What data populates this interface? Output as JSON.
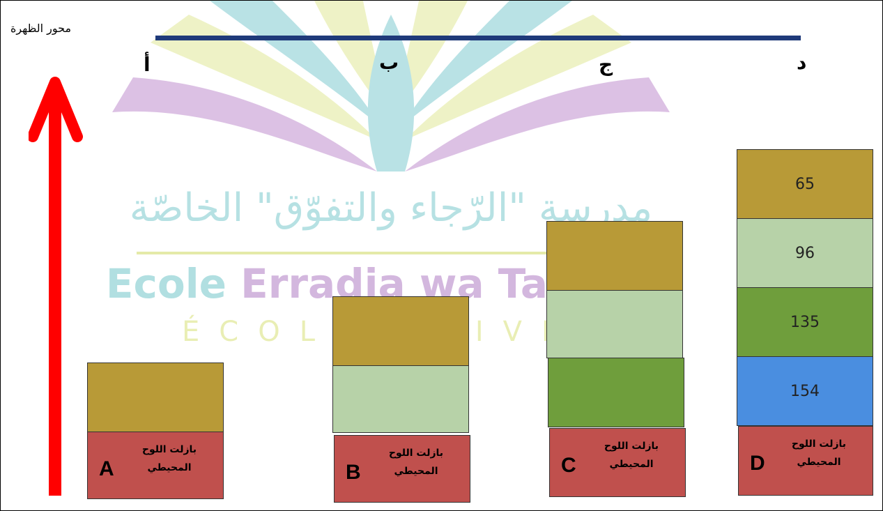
{
  "axis": {
    "label": "محور الظهرة"
  },
  "timeline": {
    "letters": [
      "أ",
      "ب",
      "ج",
      "د"
    ]
  },
  "watermark": {
    "arabic": "مدرسة \"الرّجاء والتفوّق\" الخاصّة",
    "english_prefix": "Ecole ",
    "english_mid": "Erradja wa ",
    "english_suffix": "Tafaouk",
    "subtitle": "ÉCOLE PRIVÉE"
  },
  "columns": [
    {
      "letter": "A",
      "base_label_line1": "بازلت اللوح",
      "base_label_line2": "المحيطي",
      "layers": []
    },
    {
      "letter": "B",
      "base_label_line1": "بازلت اللوح",
      "base_label_line2": "المحيطي",
      "layers": []
    },
    {
      "letter": "C",
      "base_label_line1": "بازلت اللوح",
      "base_label_line2": "المحيطي",
      "layers": []
    },
    {
      "letter": "D",
      "base_label_line1": "بازلت اللوح",
      "base_label_line2": "المحيطي",
      "layers": [
        "65",
        "96",
        "135",
        "154"
      ]
    }
  ],
  "colors": {
    "sediment_brown": "#b89a37",
    "sediment_light_green": "#b7d2a8",
    "sediment_green": "#6f9e3c",
    "sediment_blue": "#4a8ee0",
    "basalt_red": "#c0504d",
    "arrow_red": "#ff0000",
    "timeline_navy": "#1f3a7a"
  }
}
